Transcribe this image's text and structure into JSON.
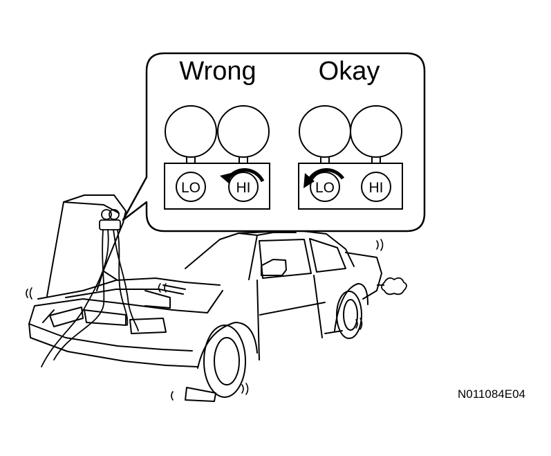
{
  "callout": {
    "wrong_label": "Wrong",
    "okay_label": "Okay",
    "wrong_gauge": {
      "lo_label": "LO",
      "hi_label": "HI",
      "valve_turned": "HI"
    },
    "okay_gauge": {
      "lo_label": "LO",
      "hi_label": "HI",
      "valve_turned": "LO"
    }
  },
  "figure_code": "N011084E04",
  "colors": {
    "line": "#000000",
    "background": "#ffffff"
  },
  "icons": [
    "rotation-arrow-icon",
    "vibration-mark-icon",
    "exhaust-puff-icon"
  ]
}
